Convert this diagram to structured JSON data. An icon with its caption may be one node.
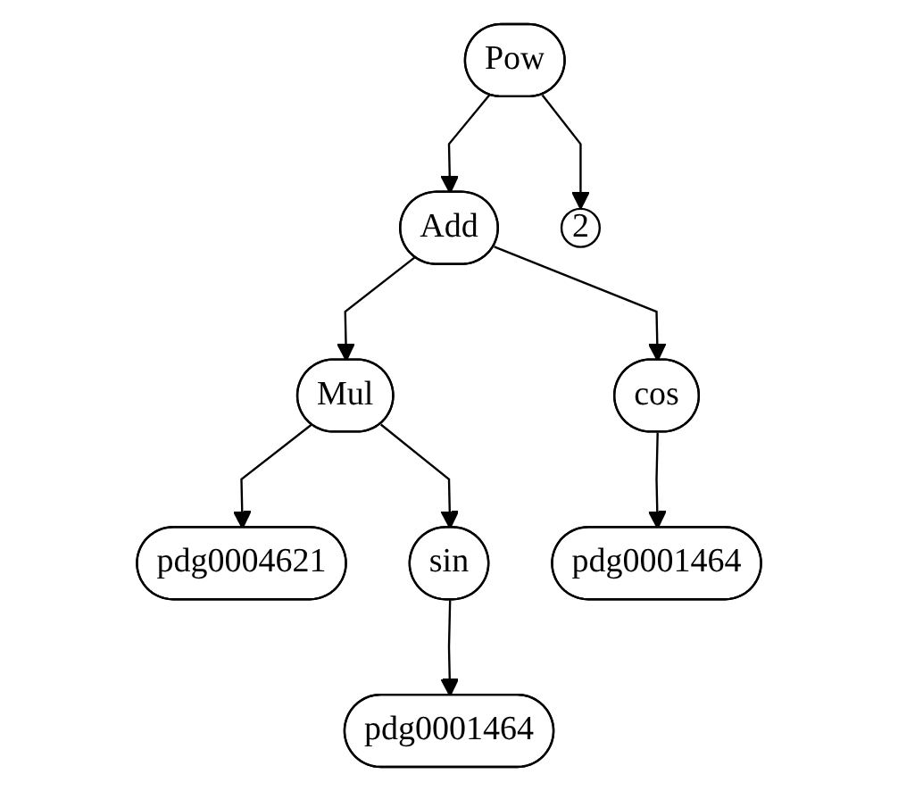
{
  "diagram": {
    "nodes": [
      {
        "text": [
          "Pow"
        ]
      },
      {
        "text": [
          "Add"
        ]
      },
      {
        "text": [
          "2"
        ]
      },
      {
        "text": [
          "Mul"
        ]
      },
      {
        "text": [
          "cos"
        ]
      },
      {
        "text": [
          "pdg0004621"
        ]
      },
      {
        "text": [
          "sin"
        ]
      },
      {
        "text": [
          "pdg0001464"
        ]
      },
      {
        "text": [
          "pdg0001464"
        ]
      }
    ],
    "edges": [
      {
        "from": 0,
        "to": 1,
        "arrow": "to"
      },
      {
        "from": 0,
        "to": 2,
        "arrow": "to"
      },
      {
        "from": 1,
        "to": 3,
        "arrow": "to"
      },
      {
        "from": 1,
        "to": 4,
        "arrow": "to"
      },
      {
        "from": 3,
        "to": 5,
        "arrow": "to"
      },
      {
        "from": 3,
        "to": 6,
        "arrow": "to"
      },
      {
        "from": 4,
        "to": 7,
        "arrow": "to"
      },
      {
        "from": 6,
        "to": 8,
        "arrow": "to"
      }
    ]
  }
}
